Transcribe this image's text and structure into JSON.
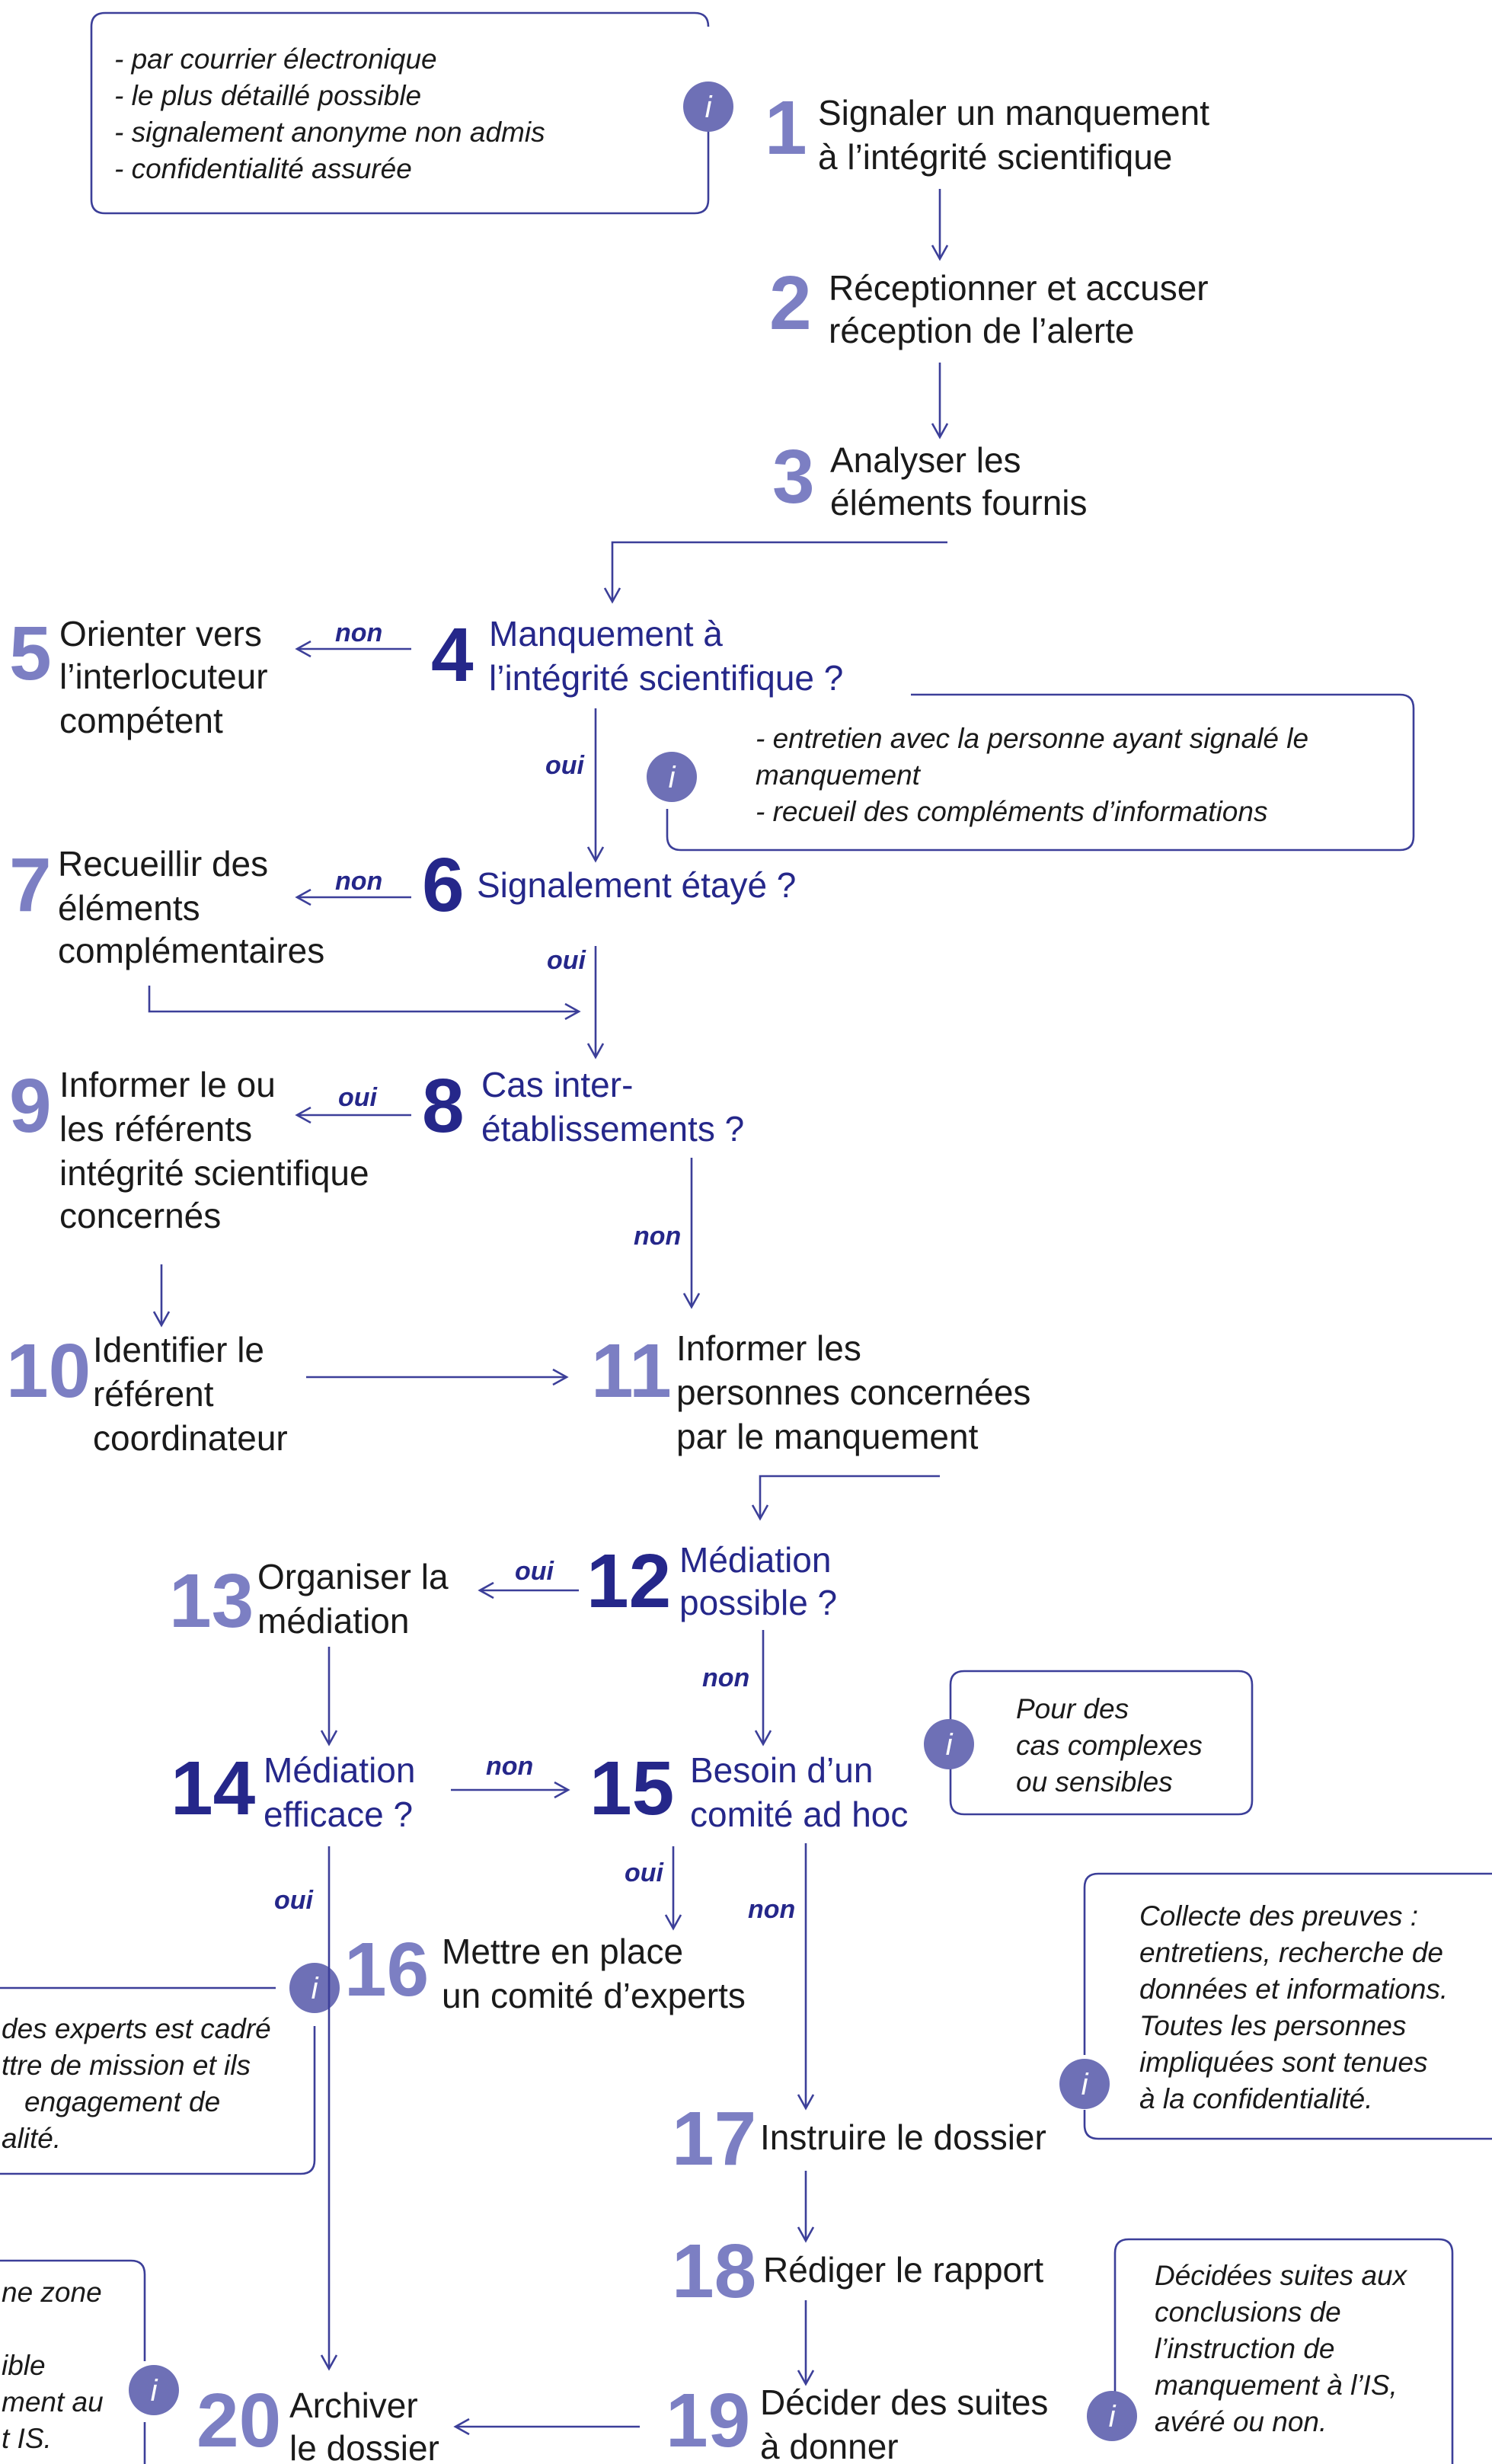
{
  "info_boxes": {
    "box1": [
      "- par courrier électronique",
      "- le plus détaillé possible",
      "- signalement anonyme non admis",
      "- confidentialité assurée"
    ],
    "box2": [
      "- entretien avec la personne ayant signalé le",
      "manquement",
      "- recueil des compléments d’informations"
    ],
    "box3": [
      "Pour des",
      "cas complexes",
      "ou sensibles"
    ],
    "box4": [
      "Collecte des preuves :",
      "entretiens, recherche de",
      "données et informations.",
      "Toutes les personnes",
      "impliquées sont tenues",
      "à la confidentialité."
    ],
    "box5": [
      "des experts est cadré",
      "ttre de mission et ils",
      "engagement de",
      "alité."
    ],
    "box6": [
      "ne zone",
      "",
      "ible",
      "ment au",
      "t IS."
    ],
    "box7": [
      "Décidées suites aux",
      "conclusions de",
      "l’instruction de",
      "manquement à l’IS,",
      "avéré ou non."
    ]
  },
  "steps": {
    "s1": {
      "num": "1",
      "lines": [
        "Signaler un manquement",
        "à l’intégrité scientifique"
      ]
    },
    "s2": {
      "num": "2",
      "lines": [
        "Réceptionner et accuser",
        "réception de l’alerte"
      ]
    },
    "s3": {
      "num": "3",
      "lines": [
        "Analyser les",
        "éléments fournis"
      ]
    },
    "s4": {
      "num": "4",
      "lines": [
        "Manquement à",
        "l’intégrité scientifique ?"
      ]
    },
    "s5": {
      "num": "5",
      "lines": [
        "Orienter vers",
        "l’interlocuteur",
        "compétent"
      ]
    },
    "s6": {
      "num": "6",
      "lines": [
        "Signalement étayé ?"
      ]
    },
    "s7": {
      "num": "7",
      "lines": [
        "Recueillir des",
        "éléments",
        "complémentaires"
      ]
    },
    "s8": {
      "num": "8",
      "lines": [
        "Cas inter-",
        "établissements ?"
      ]
    },
    "s9": {
      "num": "9",
      "lines": [
        "Informer le ou",
        "les référents",
        "intégrité scientifique",
        "concernés"
      ]
    },
    "s10": {
      "num": "10",
      "lines": [
        "Identifier le",
        "référent",
        "coordinateur"
      ]
    },
    "s11": {
      "num": "11",
      "lines": [
        "Informer les",
        "personnes concernées",
        "par le manquement"
      ]
    },
    "s12": {
      "num": "12",
      "lines": [
        "Médiation",
        "possible ?"
      ]
    },
    "s13": {
      "num": "13",
      "lines": [
        "Organiser la",
        "médiation"
      ]
    },
    "s14": {
      "num": "14",
      "lines": [
        "Médiation",
        "efficace ?"
      ]
    },
    "s15": {
      "num": "15",
      "lines": [
        "Besoin d’un",
        "comité ad hoc"
      ]
    },
    "s16": {
      "num": "16",
      "lines": [
        "Mettre en place",
        "un comité d’experts"
      ]
    },
    "s17": {
      "num": "17",
      "lines": [
        "Instruire le dossier"
      ]
    },
    "s18": {
      "num": "18",
      "lines": [
        "Rédiger le rapport"
      ]
    },
    "s19": {
      "num": "19",
      "lines": [
        "Décider des suites",
        "à donner"
      ]
    },
    "s20": {
      "num": "20",
      "lines": [
        "Archiver",
        "le dossier"
      ]
    }
  },
  "edge_labels": {
    "e4_5": "non",
    "e4_6": "oui",
    "e6_7": "non",
    "e6_8": "oui",
    "e8_9": "oui",
    "e8_11": "non",
    "e12_13": "oui",
    "e12_15": "non",
    "e14_15": "non",
    "e14_20": "oui",
    "e15_16": "oui",
    "e15_17": "non"
  },
  "colors": {
    "dark_blue": "#25278a",
    "light_blue": "#7c7fc3",
    "line": "#3c3f99",
    "info_fill": "#6e70b6"
  },
  "icons": {
    "info": "info-icon"
  }
}
